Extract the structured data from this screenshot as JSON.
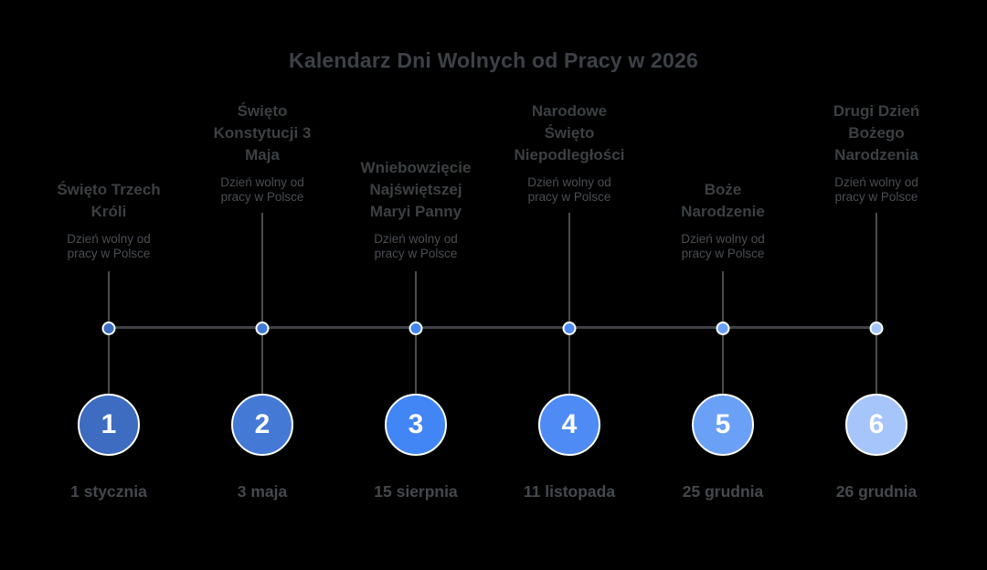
{
  "title": "Kalendarz Dni Wolnych od Pracy w 2026",
  "events": [
    {
      "number": "1",
      "name": "Święto Trzech Króli",
      "description": "Dzień wolny od pracy w Polsce",
      "date": "1 stycznia",
      "color": "#3d6cc0"
    },
    {
      "number": "2",
      "name": "Święto Konstytucji 3 Maja",
      "description": "Dzień wolny od pracy w Polsce",
      "date": "3 maja",
      "color": "#4479d6"
    },
    {
      "number": "3",
      "name": "Wniebowzięcie Najświętszej Maryi Panny",
      "description": "Dzień wolny od pracy w Polsce",
      "date": "15 sierpnia",
      "color": "#4285f4"
    },
    {
      "number": "4",
      "name": "Narodowe Święto Niepodległości",
      "description": "Dzień wolny od pracy w Polsce",
      "date": "11 listopada",
      "color": "#4e8bf5"
    },
    {
      "number": "5",
      "name": "Boże Narodzenie",
      "description": "Dzień wolny od pracy w Polsce",
      "date": "25 grudnia",
      "color": "#6ba0f7"
    },
    {
      "number": "6",
      "name": "Drugi Dzień Bożego Narodzenia",
      "description": "Dzień wolny od pracy w Polsce",
      "date": "26 grudnia",
      "color": "#a6c5fa"
    }
  ],
  "colors": {
    "background": "#000000",
    "axis_line": "#3f4245",
    "connector_line": "#4a4d50",
    "title_text": "#3d4147",
    "event_title_text": "#3c4043",
    "description_text": "#4a4e53",
    "date_text": "#45494e",
    "number_text": "#ffffff",
    "node_ring": "#ffffff"
  }
}
